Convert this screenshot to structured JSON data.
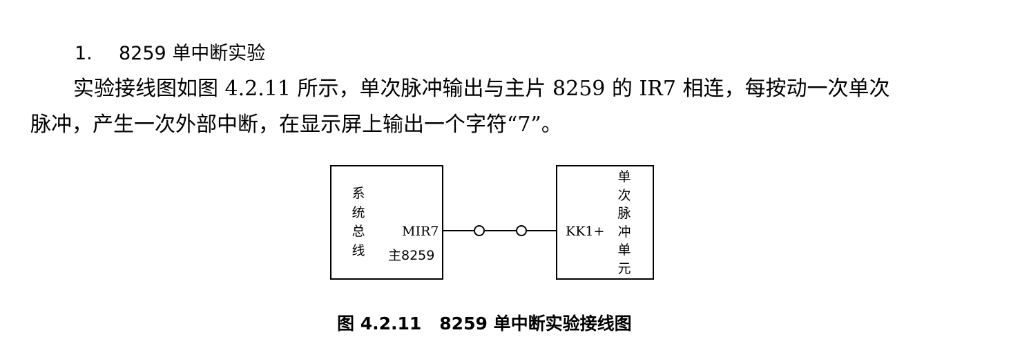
{
  "section": {
    "number": "1.",
    "title": "8259 单中断实验"
  },
  "paragraph": {
    "line1": "实验接线图如图 4.2.11 所示，单次脉冲输出与主片 8259 的 IR7 相连，每按动一次单次",
    "line2": "脉冲，产生一次外部中断，在显示屏上输出一个字符“7”。"
  },
  "diagram": {
    "left_box": {
      "chars": [
        "系",
        "统",
        "总",
        "线"
      ],
      "pin": "MIR7",
      "chip": "主8259"
    },
    "right_box": {
      "chars": [
        "单",
        "次",
        "脉",
        "冲",
        "单",
        "元"
      ],
      "pin": "KK1+"
    }
  },
  "caption": {
    "figure": "图 4.2.11",
    "title": "8259 单中断实验接线图"
  }
}
